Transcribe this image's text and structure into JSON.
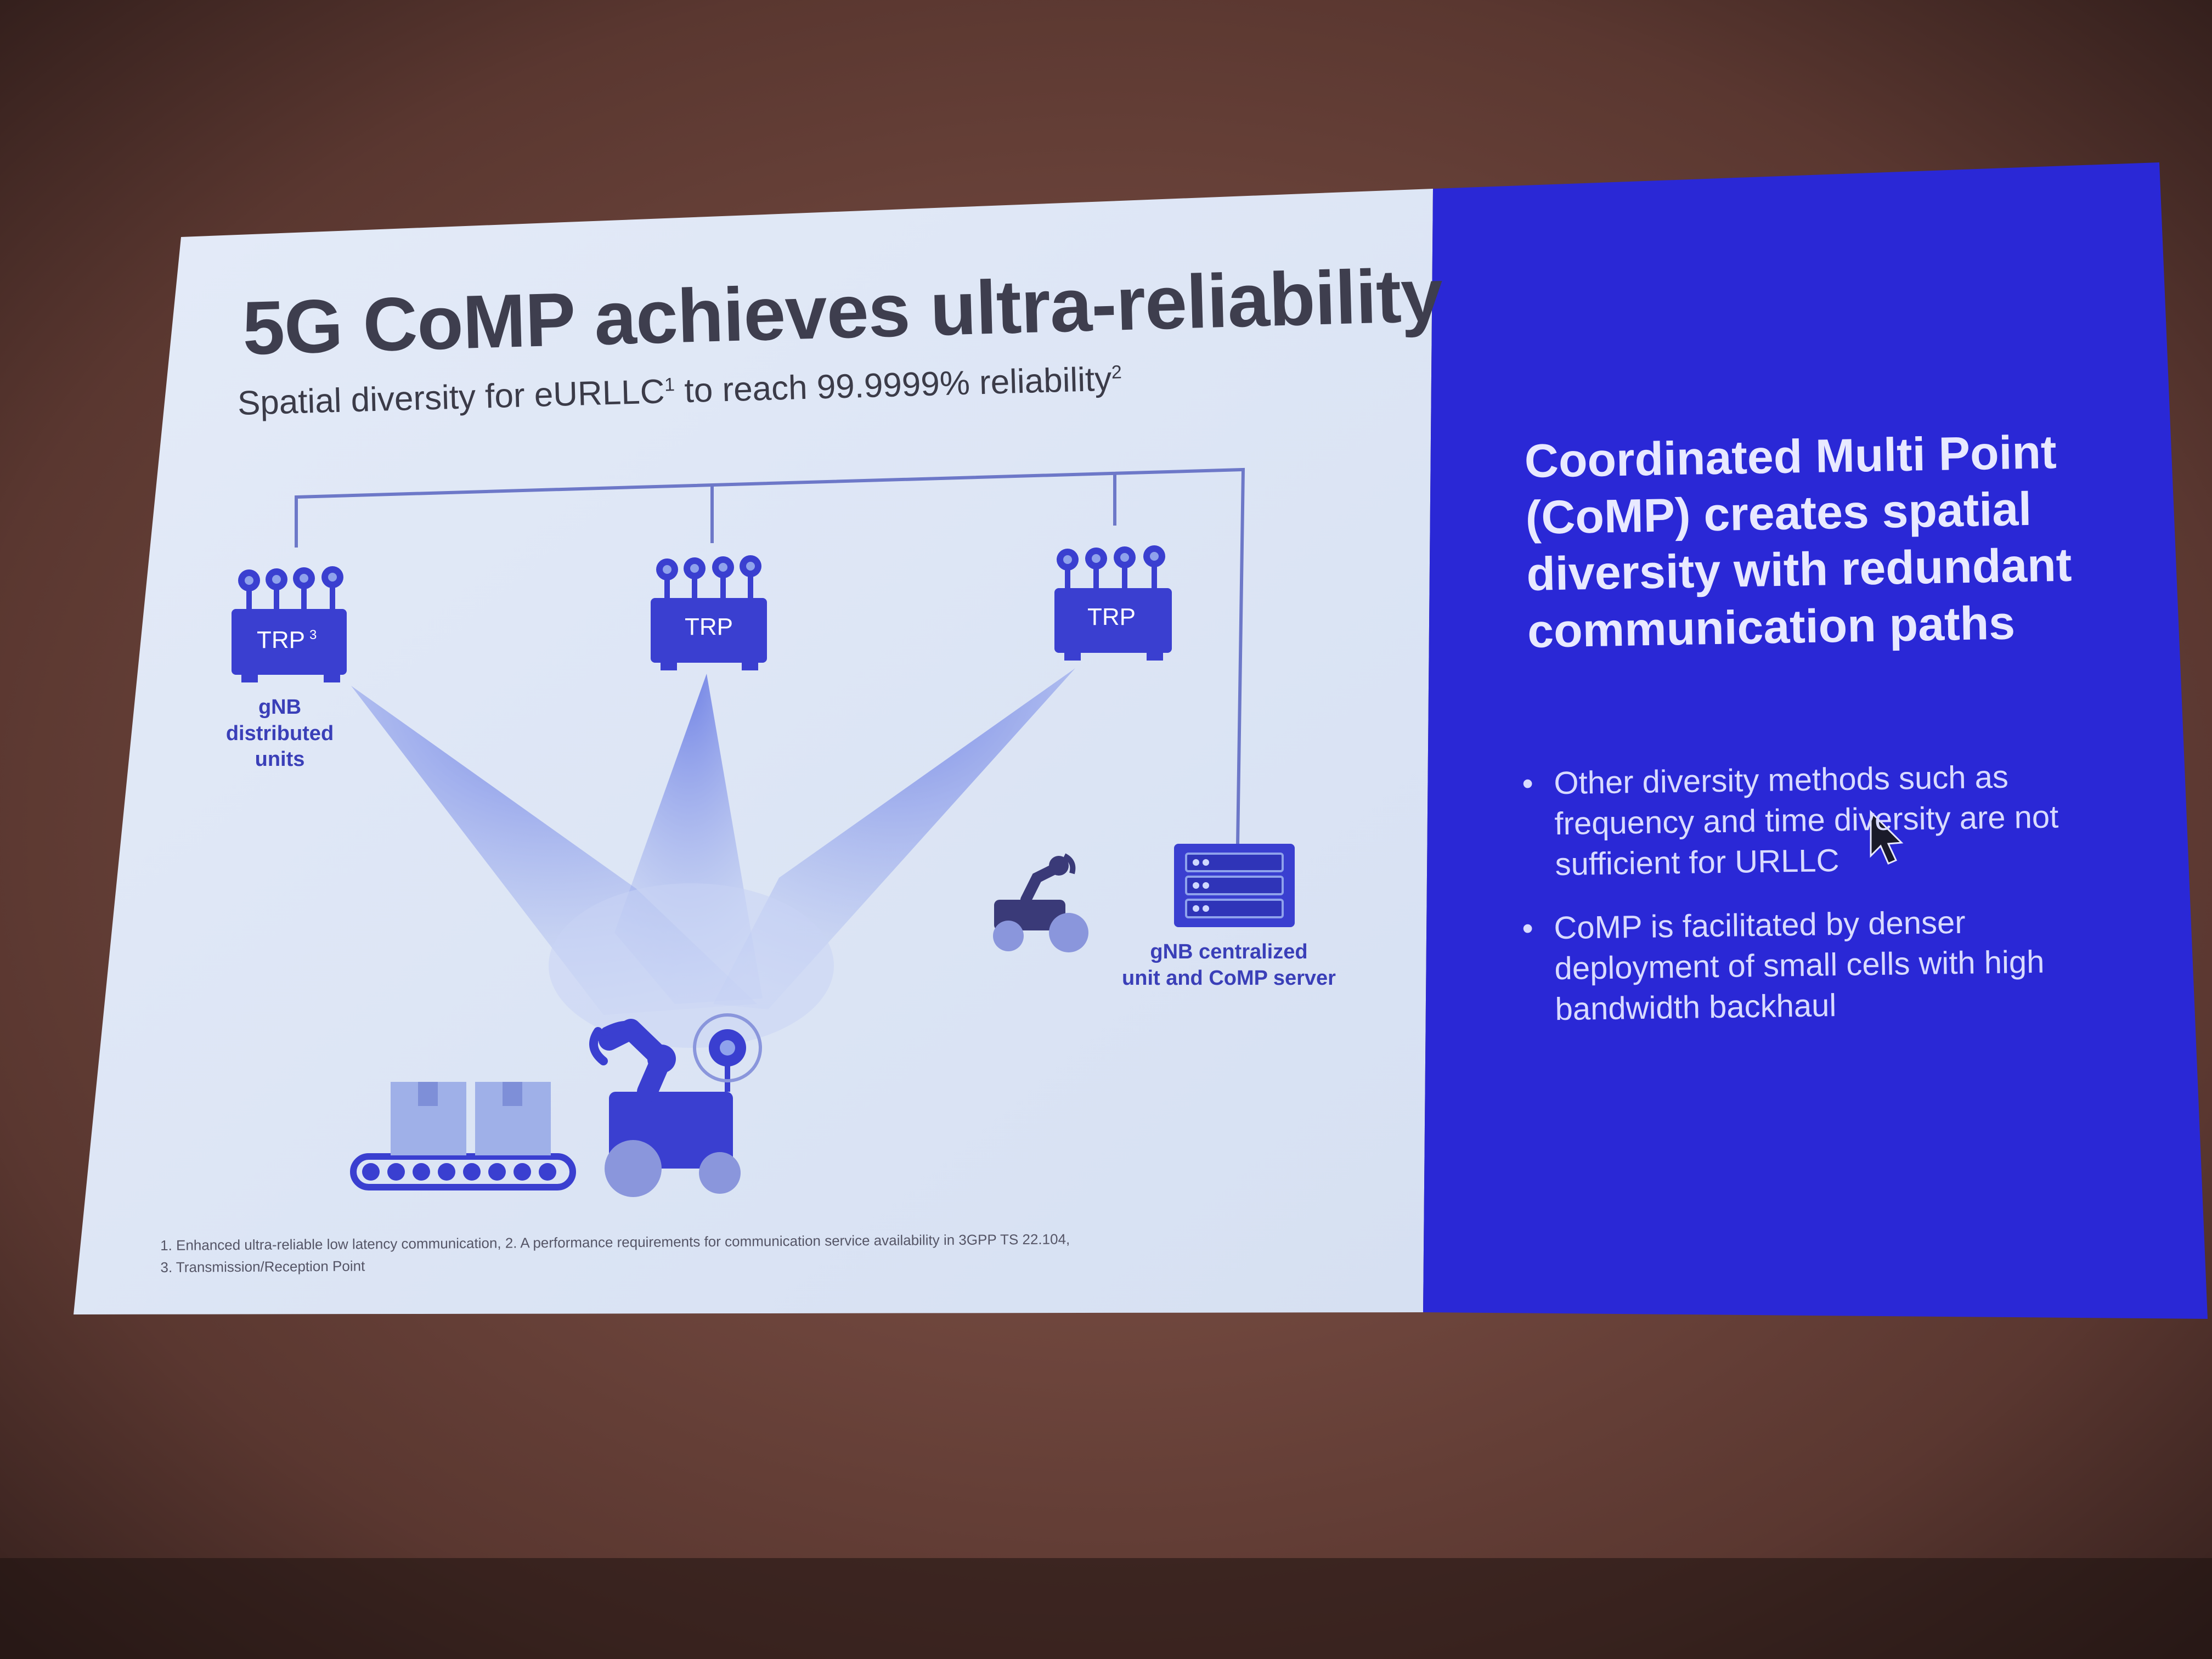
{
  "slide": {
    "title": "5G CoMP achieves ultra-reliability",
    "subtitle": {
      "text_a": "Spatial diversity for eURLLC",
      "sup_a": "1",
      "text_b": " to reach 99.9999% reliability",
      "sup_b": "2"
    },
    "diagram": {
      "trp_left_label": "TRP",
      "trp_left_sup": "3",
      "trp_center_label": "TRP",
      "trp_right_label": "TRP",
      "distributed_units_label": [
        "gNB",
        "distributed",
        "units"
      ],
      "central_unit_label": [
        "gNB centralized",
        "unit and CoMP server"
      ]
    },
    "footnote": [
      "1. Enhanced ultra-reliable low latency communication, 2. A performance requirements for communication service availability in 3GPP TS 22.104,",
      "3. Transmission/Reception Point"
    ]
  },
  "sidebar": {
    "heading": "Coordinated Multi Point (CoMP) creates spatial diversity with redundant communication paths",
    "bullets": [
      "Other diversity methods such as frequency and time diversity are not sufficient for URLLC",
      "CoMP is facilitated by denser deployment of small cells with high bandwidth backhaul"
    ],
    "bullet_glyph": "•"
  },
  "colors": {
    "slide_background": "#dde6f6",
    "sidebar_background": "#2a28d8",
    "icon_blue": "#3a3fd0",
    "room_background": "#3a2421"
  }
}
